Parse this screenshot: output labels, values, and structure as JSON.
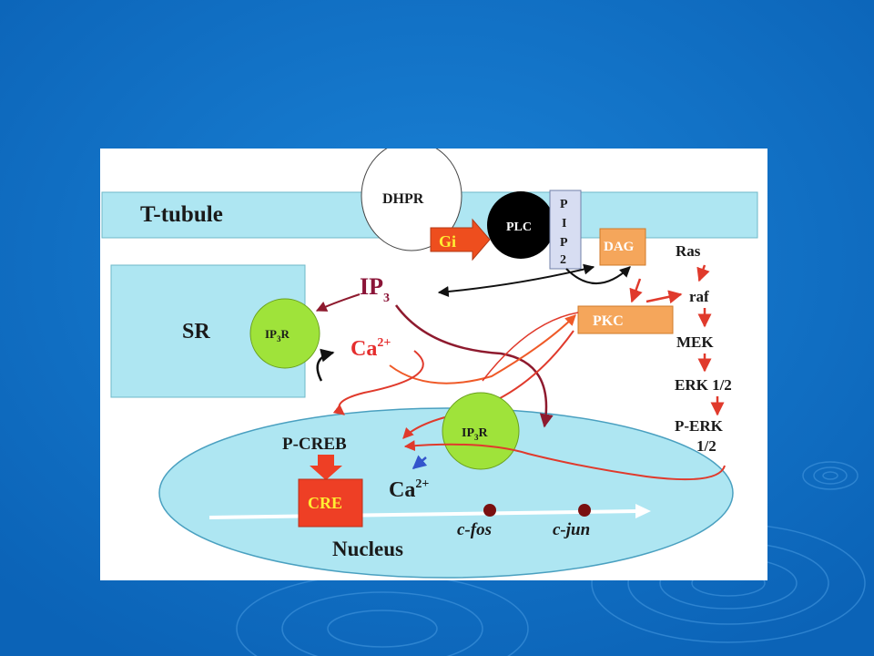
{
  "diagram": {
    "t_tubule": "T-tubule",
    "dhpr": "DHPR",
    "gi": "Gi",
    "plc": "PLC",
    "pip2": [
      "P",
      "I",
      "P",
      "2"
    ],
    "dag": "DAG",
    "ip3": {
      "base": "IP",
      "sub": "3"
    },
    "sr": "SR",
    "ip3r": {
      "base": "IP",
      "sub": "3",
      "tail": "R"
    },
    "ca_sr": {
      "base": "Ca",
      "sup": "2+"
    },
    "pkc": "PKC",
    "mapk_cascade": [
      "Ras",
      "raf",
      "MEK",
      "ERK 1/2",
      "P-ERK",
      "1/2"
    ],
    "p_creb": "P-CREB",
    "cre": "CRE",
    "ca_nuc": {
      "base": "Ca",
      "sup": "2+"
    },
    "c_fos": "c-fos",
    "c_jun": "c-jun",
    "nucleus": "Nucleus"
  },
  "colors": {
    "slide_bg": "#1173c9",
    "panel_bg": "#ffffff",
    "membrane": "#aee6f2",
    "nucleus": "#aee6f2",
    "receptor_green": "#9fe33a",
    "orange_box": "#f5a65b",
    "pip2_box": "#d7ddf2",
    "gi_arrow": "#ee4e1e",
    "cre_box": "#ee3f25",
    "ip3_text": "#8b1538",
    "ca_text": "#e52d2d",
    "arrow_red": "#e03a2c",
    "arrow_dark_red": "#8e1a2e",
    "arrow_blue": "#3355cc"
  }
}
